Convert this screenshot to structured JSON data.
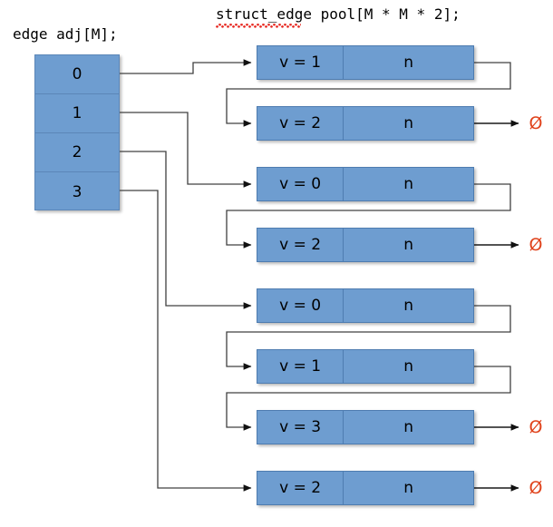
{
  "diagram": {
    "title_left": "edge adj[M];",
    "title_right": "struct_edge pool[M * M * 2];",
    "null_symbol": "Ø",
    "next_field_label": "n",
    "colors": {
      "node_fill": "#6E9DD0",
      "node_border": "#4E7CB0",
      "array_fill": "#6E9DD0",
      "array_border": "#5B86B8",
      "null_color": "#E0431C",
      "wire_color": "#404040",
      "text_color": "#000000",
      "spellcheck_underline": "#E8312A",
      "background": "#FFFFFF"
    }
  },
  "adj_array": {
    "label": "edge adj[M];",
    "cells": [
      {
        "index": "0"
      },
      {
        "index": "1"
      },
      {
        "index": "2"
      },
      {
        "index": "3"
      }
    ]
  },
  "pool": {
    "label": "struct_edge pool[M * M * 2];",
    "nodes": [
      {
        "id": "0",
        "v_label": "v = 1",
        "n_label": "n",
        "next": "1",
        "terminates": false
      },
      {
        "id": "1",
        "v_label": "v = 2",
        "n_label": "n",
        "next": "null",
        "terminates": true
      },
      {
        "id": "2",
        "v_label": "v = 0",
        "n_label": "n",
        "next": "3",
        "terminates": false
      },
      {
        "id": "3",
        "v_label": "v = 2",
        "n_label": "n",
        "next": "null",
        "terminates": true
      },
      {
        "id": "4",
        "v_label": "v = 0",
        "n_label": "n",
        "next": "5",
        "terminates": false
      },
      {
        "id": "5",
        "v_label": "v = 1",
        "n_label": "n",
        "next": "6",
        "terminates": false
      },
      {
        "id": "6",
        "v_label": "v = 3",
        "n_label": "n",
        "next": "null",
        "terminates": true
      },
      {
        "id": "7",
        "v_label": "v = 2",
        "n_label": "n",
        "next": "null",
        "terminates": true
      }
    ]
  },
  "adjacency_lists": [
    {
      "head": "0",
      "chain": [
        "v = 1",
        "v = 2"
      ]
    },
    {
      "head": "1",
      "chain": [
        "v = 0",
        "v = 2"
      ]
    },
    {
      "head": "2",
      "chain": [
        "v = 0",
        "v = 1",
        "v = 3"
      ]
    },
    {
      "head": "3",
      "chain": [
        "v = 2"
      ]
    }
  ]
}
